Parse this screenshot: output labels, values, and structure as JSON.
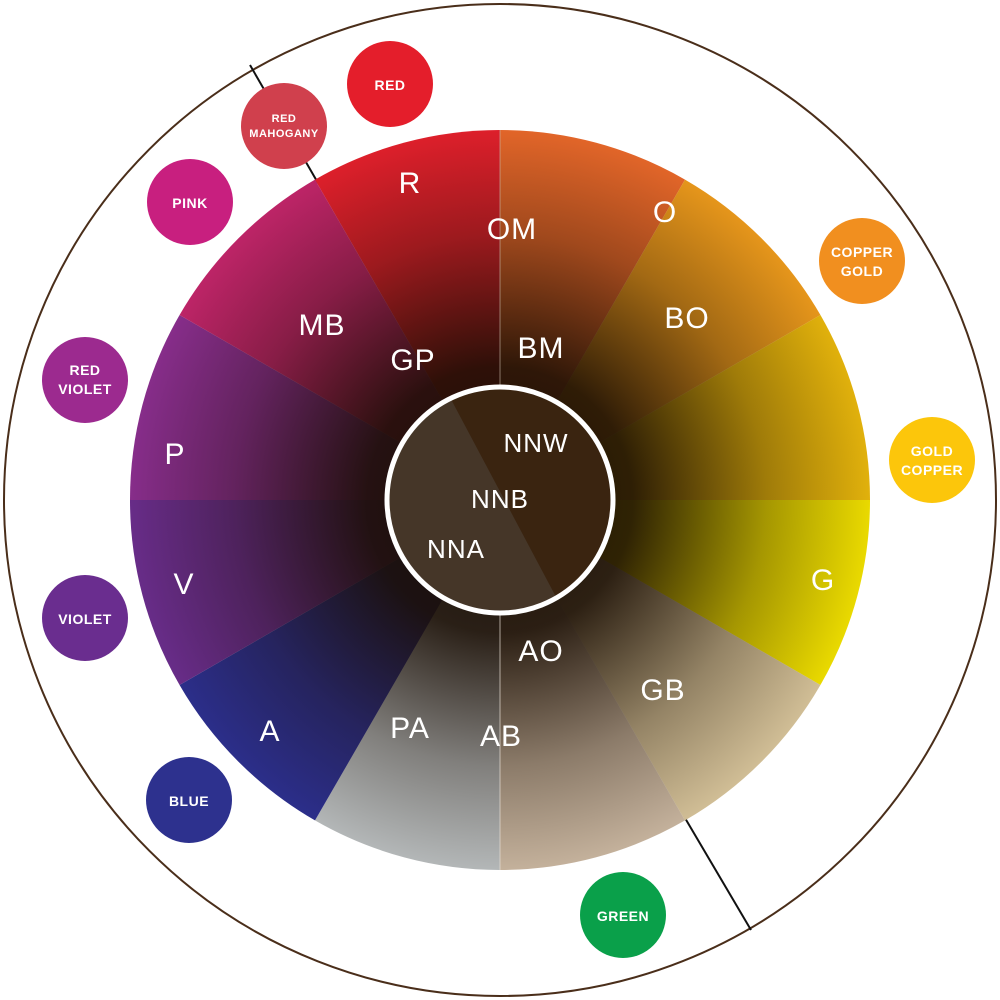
{
  "wheel": {
    "segments": [
      {
        "label": "R",
        "color": "#e3202c"
      },
      {
        "label": "O",
        "color": "#e8682a"
      },
      {
        "label": "BO",
        "color": "#ec9a1c"
      },
      {
        "label": "",
        "color": "#e7b60c"
      },
      {
        "label": "G",
        "color": "#f0e000"
      },
      {
        "label": "GB",
        "color": "#d6c39a"
      },
      {
        "label": "AB",
        "color": "#c9b6a0"
      },
      {
        "label": "PA",
        "color": "#b8bcbd"
      },
      {
        "label": "A",
        "color": "#2c2f8e"
      },
      {
        "label": "V",
        "color": "#6a2d8c"
      },
      {
        "label": "P",
        "color": "#8a2e8e"
      },
      {
        "label": "MB",
        "color": "#c2256a"
      }
    ],
    "inner_labels": [
      {
        "label": "OM",
        "id": "om"
      },
      {
        "label": "BM",
        "id": "bm"
      },
      {
        "label": "GP",
        "id": "gp"
      },
      {
        "label": "AO",
        "id": "ao"
      }
    ],
    "center": {
      "labels": [
        "NNW",
        "NNB",
        "NNA"
      ],
      "color_left": "#453628",
      "color_right": "#3a2410"
    }
  },
  "chips": [
    {
      "id": "red",
      "lines": [
        "RED"
      ],
      "color": "#e41e2b"
    },
    {
      "id": "red-mahogany",
      "lines": [
        "RED",
        "MAHOGANY"
      ],
      "color": "#d0404d"
    },
    {
      "id": "pink",
      "lines": [
        "PINK"
      ],
      "color": "#c81f7f"
    },
    {
      "id": "red-violet",
      "lines": [
        "RED",
        "VIOLET"
      ],
      "color": "#9c2a8f"
    },
    {
      "id": "violet",
      "lines": [
        "VIOLET"
      ],
      "color": "#6a2d8f"
    },
    {
      "id": "blue",
      "lines": [
        "BLUE"
      ],
      "color": "#2d318e"
    },
    {
      "id": "green",
      "lines": [
        "GREEN"
      ],
      "color": "#0aa04a"
    },
    {
      "id": "copper-gold",
      "lines": [
        "COPPER",
        "GOLD"
      ],
      "color": "#f18f1f"
    },
    {
      "id": "gold-copper",
      "lines": [
        "GOLD",
        "COPPER"
      ],
      "color": "#fcc60b"
    }
  ]
}
